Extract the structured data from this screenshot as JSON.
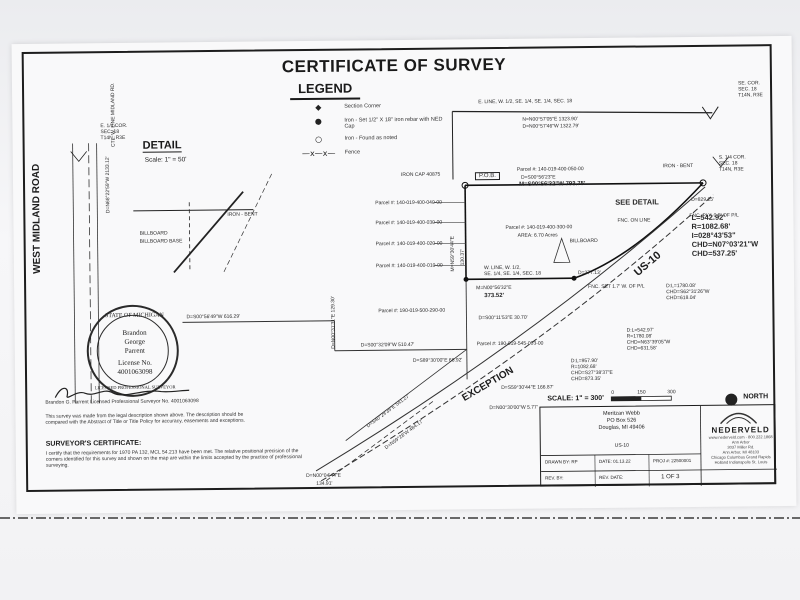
{
  "document": {
    "title": "CERTIFICATE OF SURVEY",
    "legend": {
      "title": "LEGEND",
      "items": [
        {
          "symbol": "◆",
          "label": "Section Corner"
        },
        {
          "symbol": "●",
          "label": "Iron - Set 1/2\" X 18\" iron rebar with NED Cap"
        },
        {
          "symbol": "○",
          "label": "Iron - Found as noted"
        },
        {
          "symbol": "—x—x—",
          "label": "Fence"
        }
      ]
    },
    "detail": {
      "title": "DETAIL",
      "scale": "Scale: 1\" = 50'"
    },
    "road": "WEST MIDLAND ROAD",
    "highway": "US-10",
    "exception": "EXCEPTION",
    "see_detail": "SEE DETAIL",
    "pob": "P.O.B.",
    "corners": {
      "e_quarter": [
        "E. 1/4 COR.",
        "SEC. 18",
        "T14N, R3E"
      ],
      "se_corner": [
        "SE. COR.",
        "SEC. 18",
        "T14N, R3E"
      ],
      "s_quarter": [
        "S. 1/4 COR.",
        "SEC. 18",
        "T14N, R3E"
      ]
    },
    "bearings": {
      "top_line": "E. LINE, W. 1/2, SE. 1/4, SE. 1/4, SEC. 18",
      "top_n": "N=N00°57'05\"E 1323.90'",
      "top_d": "D=N00°57'46\"W 1322.79'",
      "main_north": "D=S00°56'23\"E",
      "main_north_m": "M=S00°56'32\"W 793.75'",
      "west_line": "M=N59°30'44\"E",
      "west_line_dist": "130.37'",
      "mid_line": "M=N00°56'32\"E",
      "mid_dist": "373.52'",
      "d_377": "D=377.13'",
      "south_bearing": "D=S00°56'49\"W 616.29'",
      "bottom_bearing": "D=S00°32'09\"W 510.47'",
      "exception_1": "D=S40°29'39\"E 541.27'",
      "exception_2": "D=N59°28'W 484.17'",
      "exception_3": "D=N00°04'44\"E",
      "exception_3b": "134.91'",
      "d_166": "D=S59°30'44\"E 166.87'",
      "d_577": "D=N00°30'00\"W 5.77'",
      "d_6692": "D=S89°30'00\"E 66.92'",
      "d_3070": "D=S00°11'53\"E 30.70'",
      "d_129": "D=N00°31'31\"E 129.30'"
    },
    "curve_1": [
      "L=542.92'",
      "R=1082.68'",
      "I=028°43'53\"",
      "CHD=N07°03'21\"W",
      "CHD=537.25'"
    ],
    "curve_2": [
      "D:L=1780.08'",
      "CHD=S62°31'26\"W",
      "CHD=618.04'"
    ],
    "curve_3": [
      "D:L=542.97'",
      "R=1780.08'",
      "CHD=N63°39'05\"W",
      "CHD=631.58'"
    ],
    "curve_4": [
      "D:L=957.90'",
      "R=1082.68'",
      "CHD=S27°38'37\"E",
      "CHD=873.35'"
    ],
    "d_829": "D=829.25'",
    "parcels": [
      "Parcel #: 140-019-400-050-00",
      "Parcel #: 140-019-400-040-00",
      "Parcel #: 140-019-400-030-00",
      "Parcel #: 140-019-400-020-00",
      "Parcel #: 140-019-400-010-00",
      "Parcel #: 190-019-500-290-00",
      "Parcel #: 190-019-545-003-00"
    ],
    "main_parcel": {
      "number": "Parcel #: 140-019-400-300-00",
      "area": "AREA: 6.70 Acres"
    },
    "w_line": [
      "W. LINE, W. 1/2,",
      "SE. 1/4, SE. 1/4, SEC. 18"
    ],
    "labels": {
      "billboard": "BILLBOARD",
      "billboard_base": "BILLBOARD BASE",
      "fnc_on_line": "FNC. ON LINE",
      "iron_bent": "IRON - BENT",
      "fnc_ply": "FNC. PLY. 0.5' OF P/L",
      "iron_cap": "IRON CAP 40875",
      "fnc_set": "FNC. SET 1.7' W. OF P/L",
      "ctr_line": "CTL. W. LINE MIDLAND RD.",
      "rbd_label": "D=N68°22'59\"W 2133.12'"
    },
    "seal": {
      "top": "STATE OF MICHIGAN",
      "name": [
        "Brandon",
        "George",
        "Parrent"
      ],
      "license": "License No.",
      "number": "4001063098",
      "bottom": "LICENSED PROFESSIONAL SURVEYOR"
    },
    "license_line": "Brandon G. Parrent Licensed Professional Surveyor No. 4001063098",
    "notes": "This survey was made from the legal description shown above. The description should be compared with the Abstract of Title or Title Policy for accuracy, easements and exceptions.",
    "surveyor_cert_title": "SURVEYOR'S CERTIFICATE:",
    "surveyor_cert_body": "I certify that the requirements for 1970 PA 132, MCL 54.213 have been met. The relative positional precision of the corners identified for this survey and shown on the map are within the limits accepted by the practice of professional surveying.",
    "scale_bar": {
      "label": "SCALE: 1\" = 300'",
      "ticks": [
        "0",
        "150",
        "300"
      ]
    },
    "north": "NORTH",
    "title_block": {
      "client": [
        "Meritzan Webb",
        "PO Box 526",
        "Douglas, MI 49406"
      ],
      "project": "US-10",
      "drawn_by": "DRAWN BY: RP",
      "date": "DATE: 01.13.22",
      "proj": "PROJ #: 22500001",
      "rev_by": "REV. BY:",
      "rev_date": "REV. DATE:",
      "sheet": "1 OF 3",
      "firm": "NEDERVELD",
      "firm_web": "www.nederveld.com · 800.222.1868",
      "firm_office": [
        "Ann Arbor",
        "3037 Miller Rd.",
        "Ann Arbor, MI 48103"
      ],
      "firm_cities": "Chicago Columbus Grand Rapids Holland Indianapolis St. Louis"
    }
  }
}
